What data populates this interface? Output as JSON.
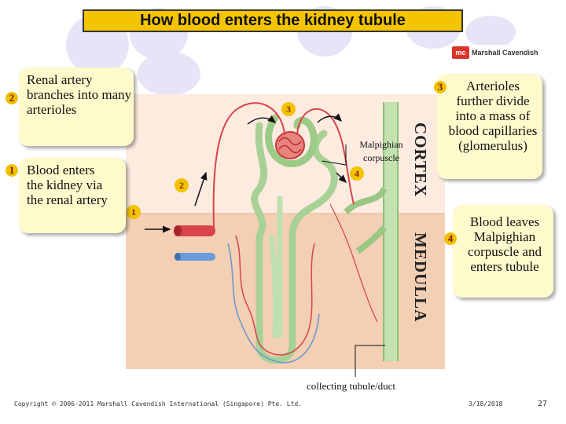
{
  "title": "How blood enters the kidney tubule",
  "logo": {
    "mark": "mc",
    "text": "Marshall Cavendish"
  },
  "callouts": {
    "renal_artery": {
      "num": "2",
      "text": "Renal artery branches into many arterioles"
    },
    "blood_enters": {
      "num": "1",
      "text": "Blood enters the kidney via the renal artery"
    },
    "arterioles": {
      "num": "3",
      "text": "Arterioles further divide into a mass of blood capillaries (glomerulus)"
    },
    "blood_leaves": {
      "num": "4",
      "text": "Blood leaves Malpighian corpuscle and enters tubule"
    }
  },
  "diagram": {
    "markers": [
      "1",
      "2",
      "3",
      "4"
    ],
    "malpighian_label": "Malpighian corpuscle",
    "cortex": "CORTEX",
    "medulla": "MEDULLA",
    "collecting_label": "collecting tubule/duct"
  },
  "footer": {
    "copyright": "Copyright © 2006-2011 Marshall Cavendish International (Singapore) Pte. Ltd.",
    "date": "3/18/2018",
    "page": "27"
  },
  "colors": {
    "title_bg": "#f5c400",
    "callout_bg": "#fffacc",
    "cortex_bg": "#fdebe0",
    "medulla_bg": "#f3cfb4",
    "vessel_red": "#d9434a",
    "vessel_blue": "#5b8fd6",
    "duct_green": "#b6d9a0"
  }
}
